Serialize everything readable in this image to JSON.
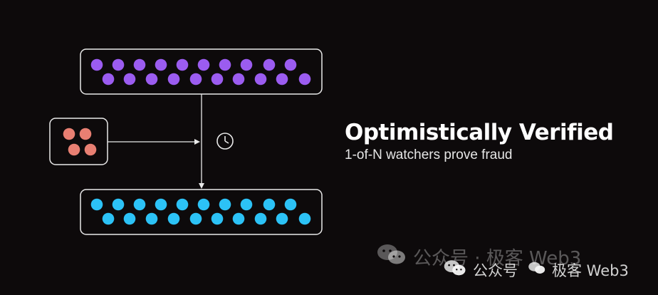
{
  "diagram": {
    "title": "Optimistically Verified",
    "subtitle": "1-of-N watchers prove fraud",
    "colors": {
      "background": "#0d0a0b",
      "top_dots": "#9b5cf0",
      "bottom_dots": "#2cc2f6",
      "input_dots": "#e87f72",
      "stroke": "#e9e9e9"
    },
    "icons": {
      "timer": "clock-icon"
    }
  },
  "watermark": {
    "primary": "公众号 · 极客 Web3",
    "secondary_a": "公众号",
    "secondary_b": "极客 Web3",
    "icon": "wechat-icon"
  }
}
